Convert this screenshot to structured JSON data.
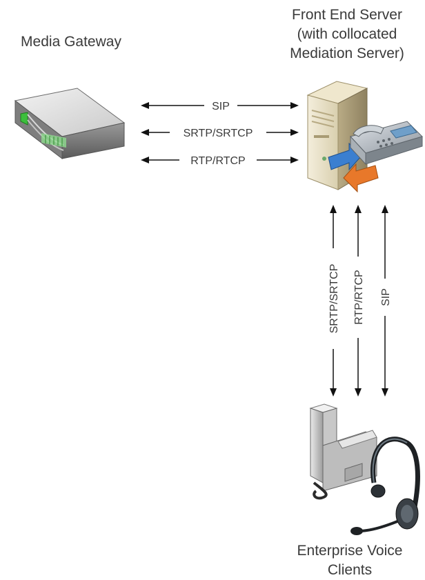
{
  "nodes": {
    "media_gateway": {
      "label": "Media Gateway",
      "icon": "media-gateway-icon"
    },
    "front_end_server": {
      "label_lines": [
        "Front End Server",
        "(with collocated",
        "Mediation Server)"
      ],
      "icon": "server-with-phone-icon"
    },
    "voice_clients": {
      "label_lines": [
        "Enterprise Voice",
        "Clients"
      ],
      "icon": "desk-phone-and-headset-icon"
    }
  },
  "connections": {
    "gateway_to_server": [
      "SIP",
      "SRTP/SRTCP",
      "RTP/RTCP"
    ],
    "server_to_clients": [
      "SRTP/SRTCP",
      "RTP/RTCP",
      "SIP"
    ]
  },
  "colors": {
    "text": "#3a3a3a",
    "arrow": "#111111",
    "blue_arrow": "#3b7fd0",
    "orange_arrow": "#e8782a"
  }
}
